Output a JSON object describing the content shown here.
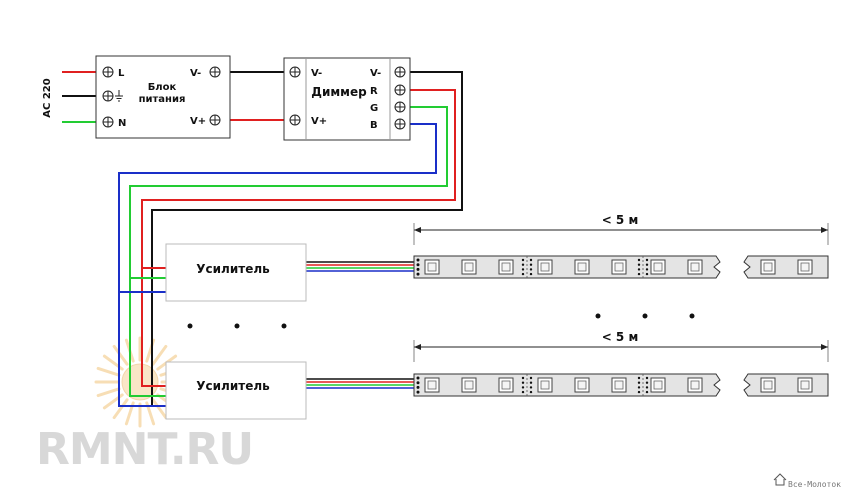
{
  "colors": {
    "red": "#e02020",
    "green": "#22cc33",
    "blue": "#1a2fc8",
    "black": "#111111",
    "led_strip": "#e4e4e4"
  },
  "source": {
    "label": "AC 220"
  },
  "power_supply": {
    "title_line1": "Блок",
    "title_line2": "питания",
    "term_l": "L",
    "term_n": "N",
    "term_out_minus": "V-",
    "term_out_plus": "V+"
  },
  "dimmer": {
    "title": "Диммер",
    "in_minus": "V-",
    "in_plus": "V+",
    "out_minus": "V-",
    "out_r": "R",
    "out_g": "G",
    "out_b": "B"
  },
  "amplifiers": [
    {
      "label": "Усилитель"
    },
    {
      "label": "Усилитель"
    }
  ],
  "strip_length_labels": [
    "< 5 м",
    "< 5 м"
  ],
  "watermark": {
    "main": "RMNT.RU",
    "corner": "Все-Молоток"
  },
  "icons": [
    "ground-icon",
    "screw-terminal-icon",
    "ellipsis-dots-icon",
    "led-chip-icon",
    "sun-logo-icon",
    "house-icon"
  ]
}
